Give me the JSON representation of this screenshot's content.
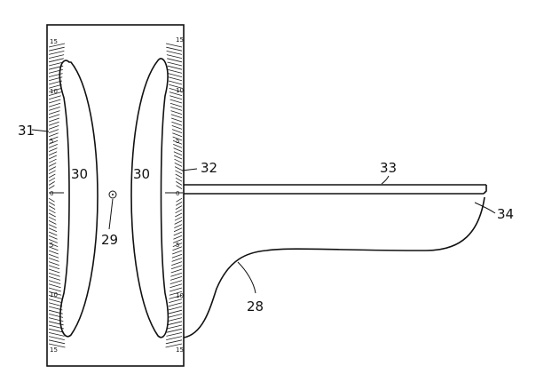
{
  "figure": {
    "reference_numerals": {
      "handle": "28",
      "center_mark": "29",
      "lens_left": "30",
      "lens_right": "30",
      "left_scale": "31",
      "right_scale": "32",
      "arm": "33",
      "arm_tip": "34"
    },
    "scale_labels_top_to_bottom": [
      "15",
      "10",
      "5",
      "0",
      "5",
      "10",
      "15"
    ]
  }
}
